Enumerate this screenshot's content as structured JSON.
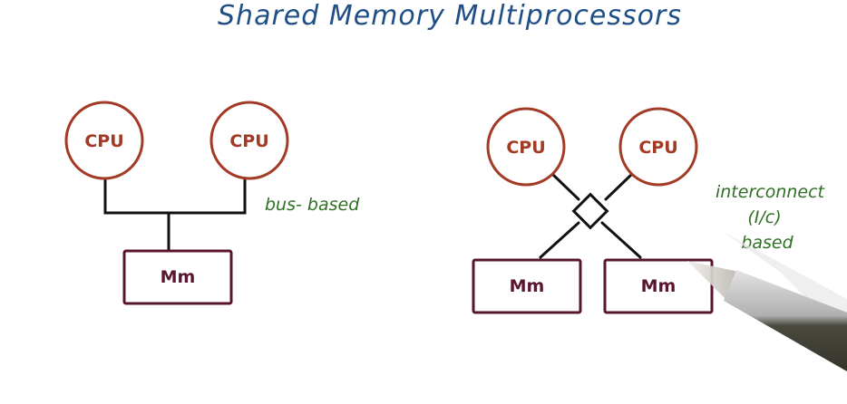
{
  "title": "Shared Memory Multiprocessors",
  "left_diagram": {
    "cpus": [
      {
        "label": "CPU"
      },
      {
        "label": "CPU"
      }
    ],
    "memory": {
      "label": "Mm"
    },
    "annotation": "bus- based"
  },
  "right_diagram": {
    "cpus": [
      {
        "label": "CPU"
      },
      {
        "label": "CPU"
      }
    ],
    "memories": [
      {
        "label": "Mm"
      },
      {
        "label": "Mm"
      }
    ],
    "annotation_lines": [
      "interconnect",
      "(I/c)",
      "based"
    ]
  },
  "colors": {
    "title": "#1f4f86",
    "cpu": "#a33a26",
    "memory": "#5b1530",
    "wire": "#111111",
    "annotation": "#2f6f24"
  }
}
